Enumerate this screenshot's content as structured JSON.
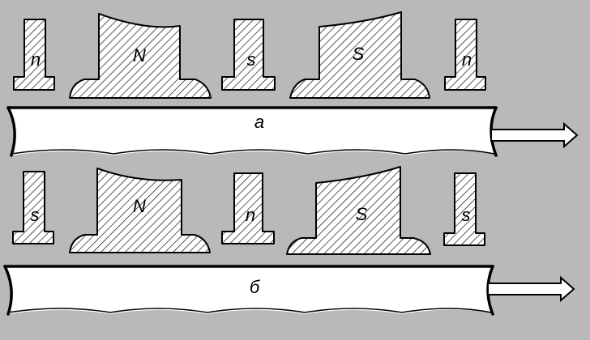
{
  "colors": {
    "background": "#b9b9b9",
    "belt": "#ffffff",
    "ink": "#000000"
  },
  "rows": [
    {
      "belt_label": "а",
      "poles": [
        {
          "label": "n",
          "kind": "small"
        },
        {
          "label": "N",
          "kind": "big"
        },
        {
          "label": "s",
          "kind": "small"
        },
        {
          "label": "S",
          "kind": "big"
        },
        {
          "label": "n",
          "kind": "small"
        }
      ]
    },
    {
      "belt_label": "б",
      "poles": [
        {
          "label": "s",
          "kind": "small"
        },
        {
          "label": "N",
          "kind": "big"
        },
        {
          "label": "n",
          "kind": "small"
        },
        {
          "label": "S",
          "kind": "big"
        },
        {
          "label": "s",
          "kind": "small"
        }
      ]
    }
  ]
}
